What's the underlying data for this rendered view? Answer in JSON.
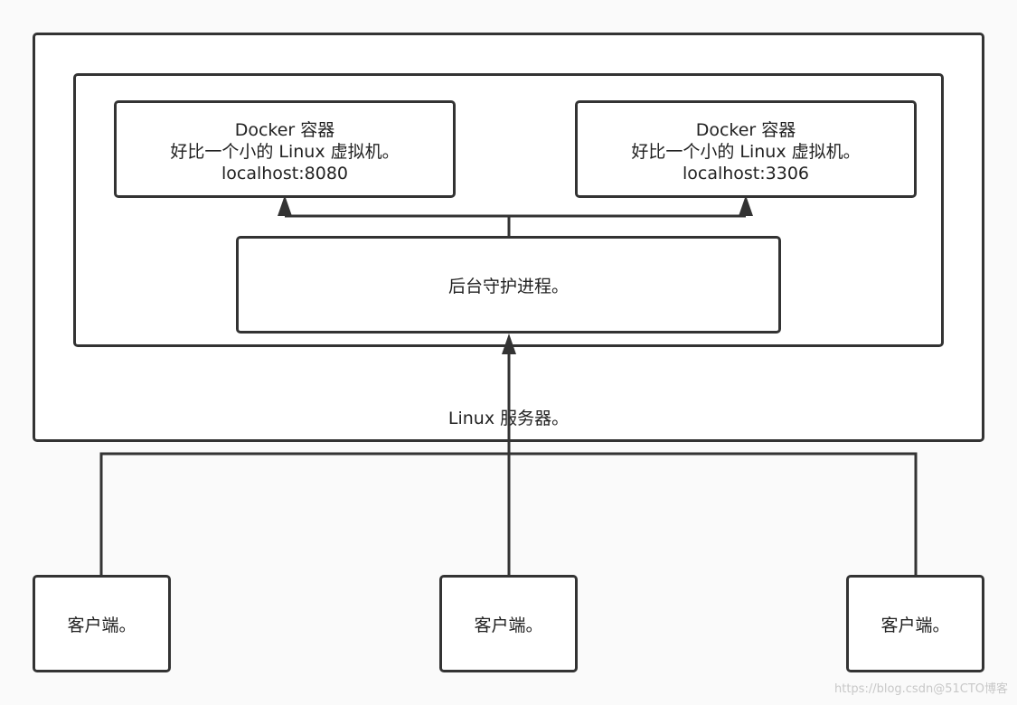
{
  "containers": [
    {
      "title": "Docker 容器",
      "description": "好比一个小的 Linux 虚拟机。",
      "address": "localhost:8080"
    },
    {
      "title": "Docker 容器",
      "description": "好比一个小的 Linux 虚拟机。",
      "address": "localhost:3306"
    }
  ],
  "daemon": {
    "label": "后台守护进程。"
  },
  "server": {
    "label": "Linux 服务器。"
  },
  "clients": [
    {
      "label": "客户端。"
    },
    {
      "label": "客户端。"
    },
    {
      "label": "客户端。"
    }
  ],
  "watermark": "https://blog.csdn@51CTO博客",
  "colors": {
    "stroke": "#333333",
    "background": "#fafafa",
    "box_fill": "#ffffff"
  }
}
